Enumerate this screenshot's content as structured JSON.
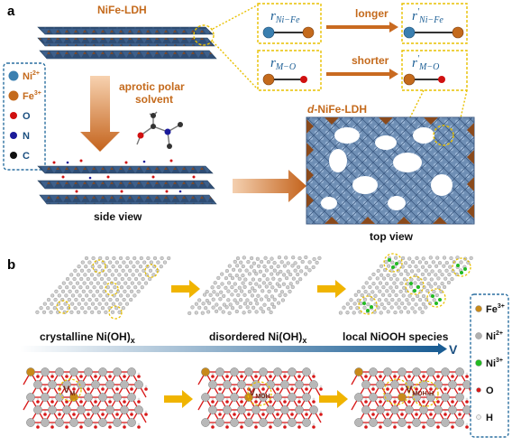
{
  "panel_a": {
    "label": "a",
    "title": "NiFe-LDH",
    "solvent_line1": "aprotic polar",
    "solvent_line2": "solvent",
    "side_view": "side view",
    "top_view": "top view",
    "product_prefix": "d",
    "product_suffix": "-NiFe-LDH",
    "bond_ni_fe": "r",
    "bond_ni_fe_sub": "Ni−Fe",
    "bond_m_o": "r",
    "bond_m_o_sub": "M−O",
    "longer": "longer",
    "shorter": "shorter",
    "legend": [
      {
        "label": "Ni",
        "sup": "2+",
        "color": "#3a7fb0"
      },
      {
        "label": "Fe",
        "sup": "3+",
        "color": "#c46a1c"
      },
      {
        "label": "O",
        "sup": "",
        "color": "#d01010"
      },
      {
        "label": "N",
        "sup": "",
        "color": "#1a1a9a"
      },
      {
        "label": "C",
        "sup": "",
        "color": "#111111"
      }
    ]
  },
  "panel_b": {
    "label": "b",
    "stage1": "crystalline Ni(OH)",
    "stage1_sub": "x",
    "stage2": "disordered Ni(OH)",
    "stage2_sub": "x",
    "stage3": "local NiOOH species",
    "axis_label": "V",
    "vac1": "V",
    "vac1_sub": "M",
    "vac2": "V",
    "vac2_sub": "MOH",
    "vac3": "V",
    "vac3_sub": "MOH-H",
    "legend": [
      {
        "label": "Fe",
        "sup": "3+",
        "color": "#c88a1a"
      },
      {
        "label": "Ni",
        "sup": "2+",
        "color": "#b0b0b0"
      },
      {
        "label": "Ni",
        "sup": "3+",
        "color": "#22bb22"
      },
      {
        "label": "O",
        "sup": "",
        "color": "#d81818"
      },
      {
        "label": "H",
        "sup": "",
        "color": "#eeeeee"
      }
    ]
  },
  "colors": {
    "ni": "#3a7fb0",
    "fe": "#c46a1c",
    "highlight": "#e8c000",
    "legend_border": "#2a6fa0",
    "arrow": "#c96a20",
    "yellow_arrow": "#f0b400"
  }
}
